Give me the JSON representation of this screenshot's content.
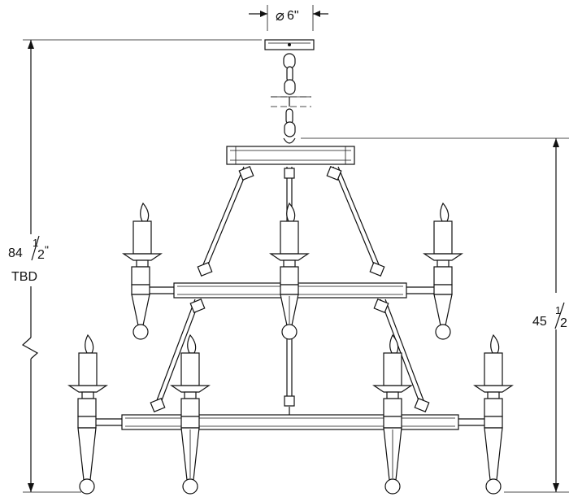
{
  "dimensions": {
    "canopy_diameter": {
      "symbol": "⌀",
      "value": "6\""
    },
    "overall_height": {
      "whole": "84",
      "num": "1",
      "den": "2",
      "unit": "\"",
      "note": "TBD"
    },
    "fixture_height": {
      "whole": "45",
      "num": "1",
      "den": "2",
      "unit": "\""
    }
  },
  "colors": {
    "line": "#111111",
    "background": "#ffffff"
  }
}
